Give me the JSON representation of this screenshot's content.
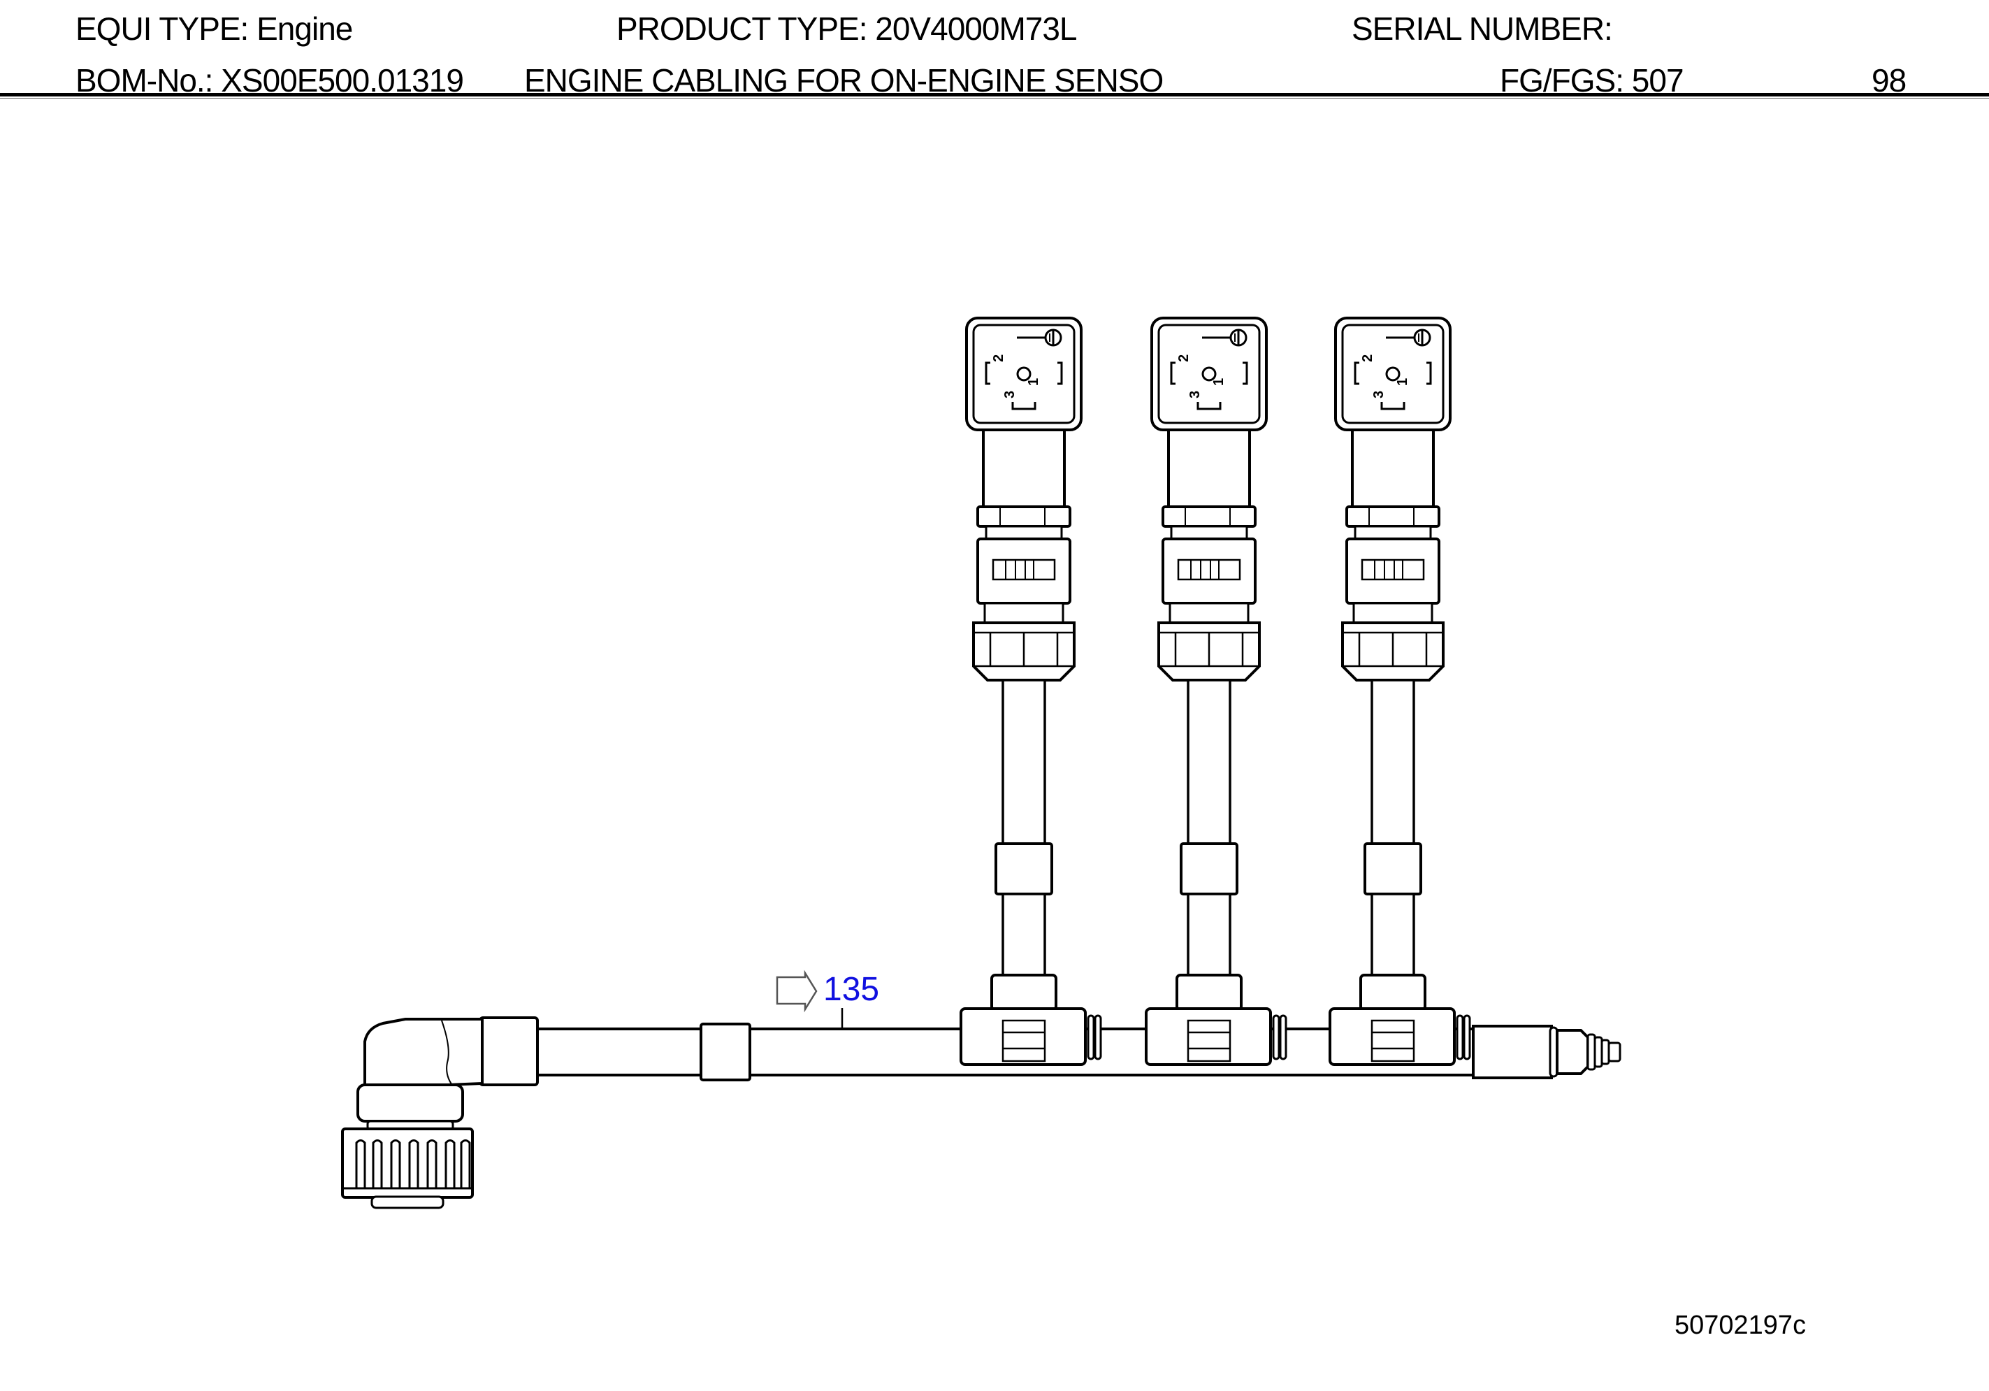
{
  "header": {
    "equi_type_label": "EQUI TYPE:",
    "equi_type_value": "Engine",
    "product_type_label": "PRODUCT TYPE:",
    "product_type_value": "20V4000M73L",
    "serial_number_label": "SERIAL NUMBER:",
    "serial_number_value": "",
    "bom_label": "BOM-No.:",
    "bom_value": "XS00E500.01319",
    "bom_description": "ENGINE CABLING FOR ON-ENGINE SENSO",
    "fg_label": "FG/FGS:",
    "fg_value": "507",
    "page_number": "98"
  },
  "diagram": {
    "callouts": [
      {
        "id": "135",
        "label": "135",
        "color": "#1010e0",
        "target": "main-cable"
      }
    ],
    "drawing_number": "50702197c",
    "connectors": [
      {
        "name": "sensor-connector-1",
        "pins": [
          "1",
          "2",
          "3"
        ],
        "ground_symbol": "earth-icon"
      },
      {
        "name": "sensor-connector-2",
        "pins": [
          "1",
          "2",
          "3"
        ],
        "ground_symbol": "earth-icon"
      },
      {
        "name": "sensor-connector-3",
        "pins": [
          "1",
          "2",
          "3"
        ],
        "ground_symbol": "earth-icon"
      }
    ],
    "pin_labels": {
      "p1": "1",
      "p2": "2",
      "p3": "3"
    }
  }
}
